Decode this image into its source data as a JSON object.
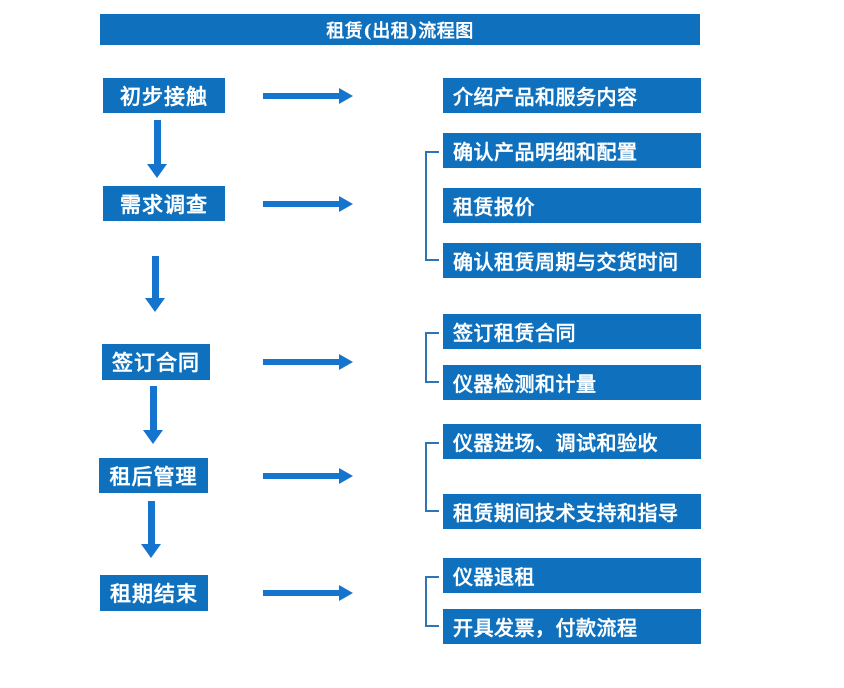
{
  "title": "租赁(出租)流程图",
  "colors": {
    "box_blue": "#0F71BD",
    "arrow_blue": "#1574CD",
    "bracket_blue": "#2E75B6",
    "text_white": "#FFFFFF"
  },
  "flow": {
    "steps": [
      {
        "label": "初步接触",
        "details": [
          "介绍产品和服务内容"
        ]
      },
      {
        "label": "需求调查",
        "details": [
          "确认产品明细和配置",
          "租赁报价",
          "确认租赁周期与交货时间"
        ]
      },
      {
        "label": "签订合同",
        "details": [
          "签订租赁合同",
          "仪器检测和计量"
        ]
      },
      {
        "label": "租后管理",
        "details": [
          "仪器进场、调试和验收",
          "租赁期间技术支持和指导"
        ]
      },
      {
        "label": "租期结束",
        "details": [
          "仪器退租",
          "开具发票，付款流程"
        ]
      }
    ]
  }
}
